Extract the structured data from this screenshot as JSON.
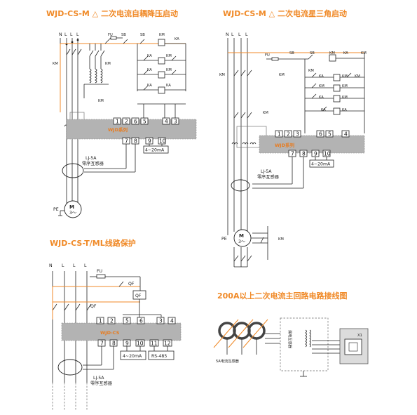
{
  "d1": {
    "title": "WJD-CS-M △ 二次电流自耦降压启动",
    "bus": [
      "N",
      "L",
      "L",
      "L"
    ],
    "fu": "FU",
    "sb": [
      "SB",
      "SB"
    ],
    "km": [
      "KM",
      "KM",
      "KM",
      "KM",
      "KM",
      "KM"
    ],
    "ka": [
      "KA",
      "KA",
      "KA",
      "KA",
      "KA"
    ],
    "series": "WJD系列",
    "terminals": [
      "1",
      "2",
      "6",
      "5",
      "4",
      "3",
      "7",
      "8",
      "9",
      "10"
    ],
    "analog": "4~20mA",
    "ct": "LJ-5A",
    "ct_name": "零序互感器",
    "pe": "PE",
    "motor": "M",
    "motor_sub": "3～"
  },
  "d2": {
    "title": "WJD-CS-M △ 二次电流星三角启动",
    "bus": [
      "N",
      "L",
      "L",
      "L"
    ],
    "fu": "FU",
    "sb": [
      "SB",
      "SB"
    ],
    "km": [
      "KM",
      "KM",
      "KM",
      "KM",
      "KM",
      "KM",
      "KM",
      "KM",
      "KM",
      "KM",
      "KM",
      "KM"
    ],
    "ka": [
      "KA",
      "KA",
      "KA",
      "KA",
      "KA"
    ],
    "series": "WJD系列",
    "terminals": [
      "1",
      "2",
      "3",
      "6",
      "5",
      "4",
      "7",
      "8",
      "9",
      "10"
    ],
    "analog": "4~20mA",
    "ct": "LJ-5A",
    "ct_name": "零序互感器",
    "pe": "PE",
    "motor": "M",
    "motor_sub": "3～"
  },
  "d3": {
    "title": "WJD-CS-T/ML线路保护",
    "bus": [
      "N",
      "L",
      "L",
      "L"
    ],
    "fu": "FU",
    "qf": [
      "QF",
      "QF",
      "QF"
    ],
    "series": "WJD-CS",
    "terminals": [
      "1",
      "2",
      "5",
      "6",
      "3",
      "4",
      "7",
      "8",
      "9",
      "10",
      "11",
      "12"
    ],
    "analog": "4~20mA",
    "comm": "RS-485",
    "ct": "LJ-5A",
    "ct_name": "零序互感器"
  },
  "d4": {
    "title": "200A以上二次电流主回路电路接线图",
    "ct_label": "5A电流互感器",
    "module": "X1",
    "vertical_label": "漏电互感器"
  }
}
